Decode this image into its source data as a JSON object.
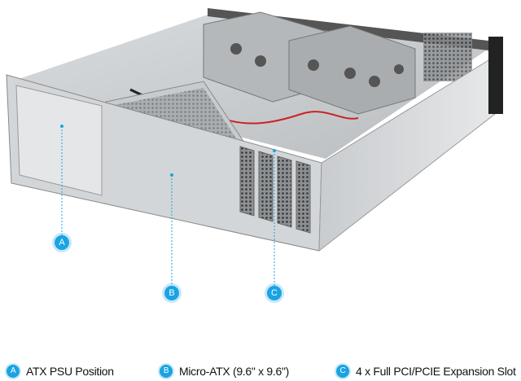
{
  "callouts": [
    {
      "letter": "A",
      "label": "ATX PSU Position"
    },
    {
      "letter": "B",
      "label": "Micro-ATX (9.6\" x 9.6\")"
    },
    {
      "letter": "C",
      "label": "4 x Full PCI/PCIE Expansion Slot"
    }
  ],
  "colors": {
    "accent": "#1aa3e3"
  }
}
